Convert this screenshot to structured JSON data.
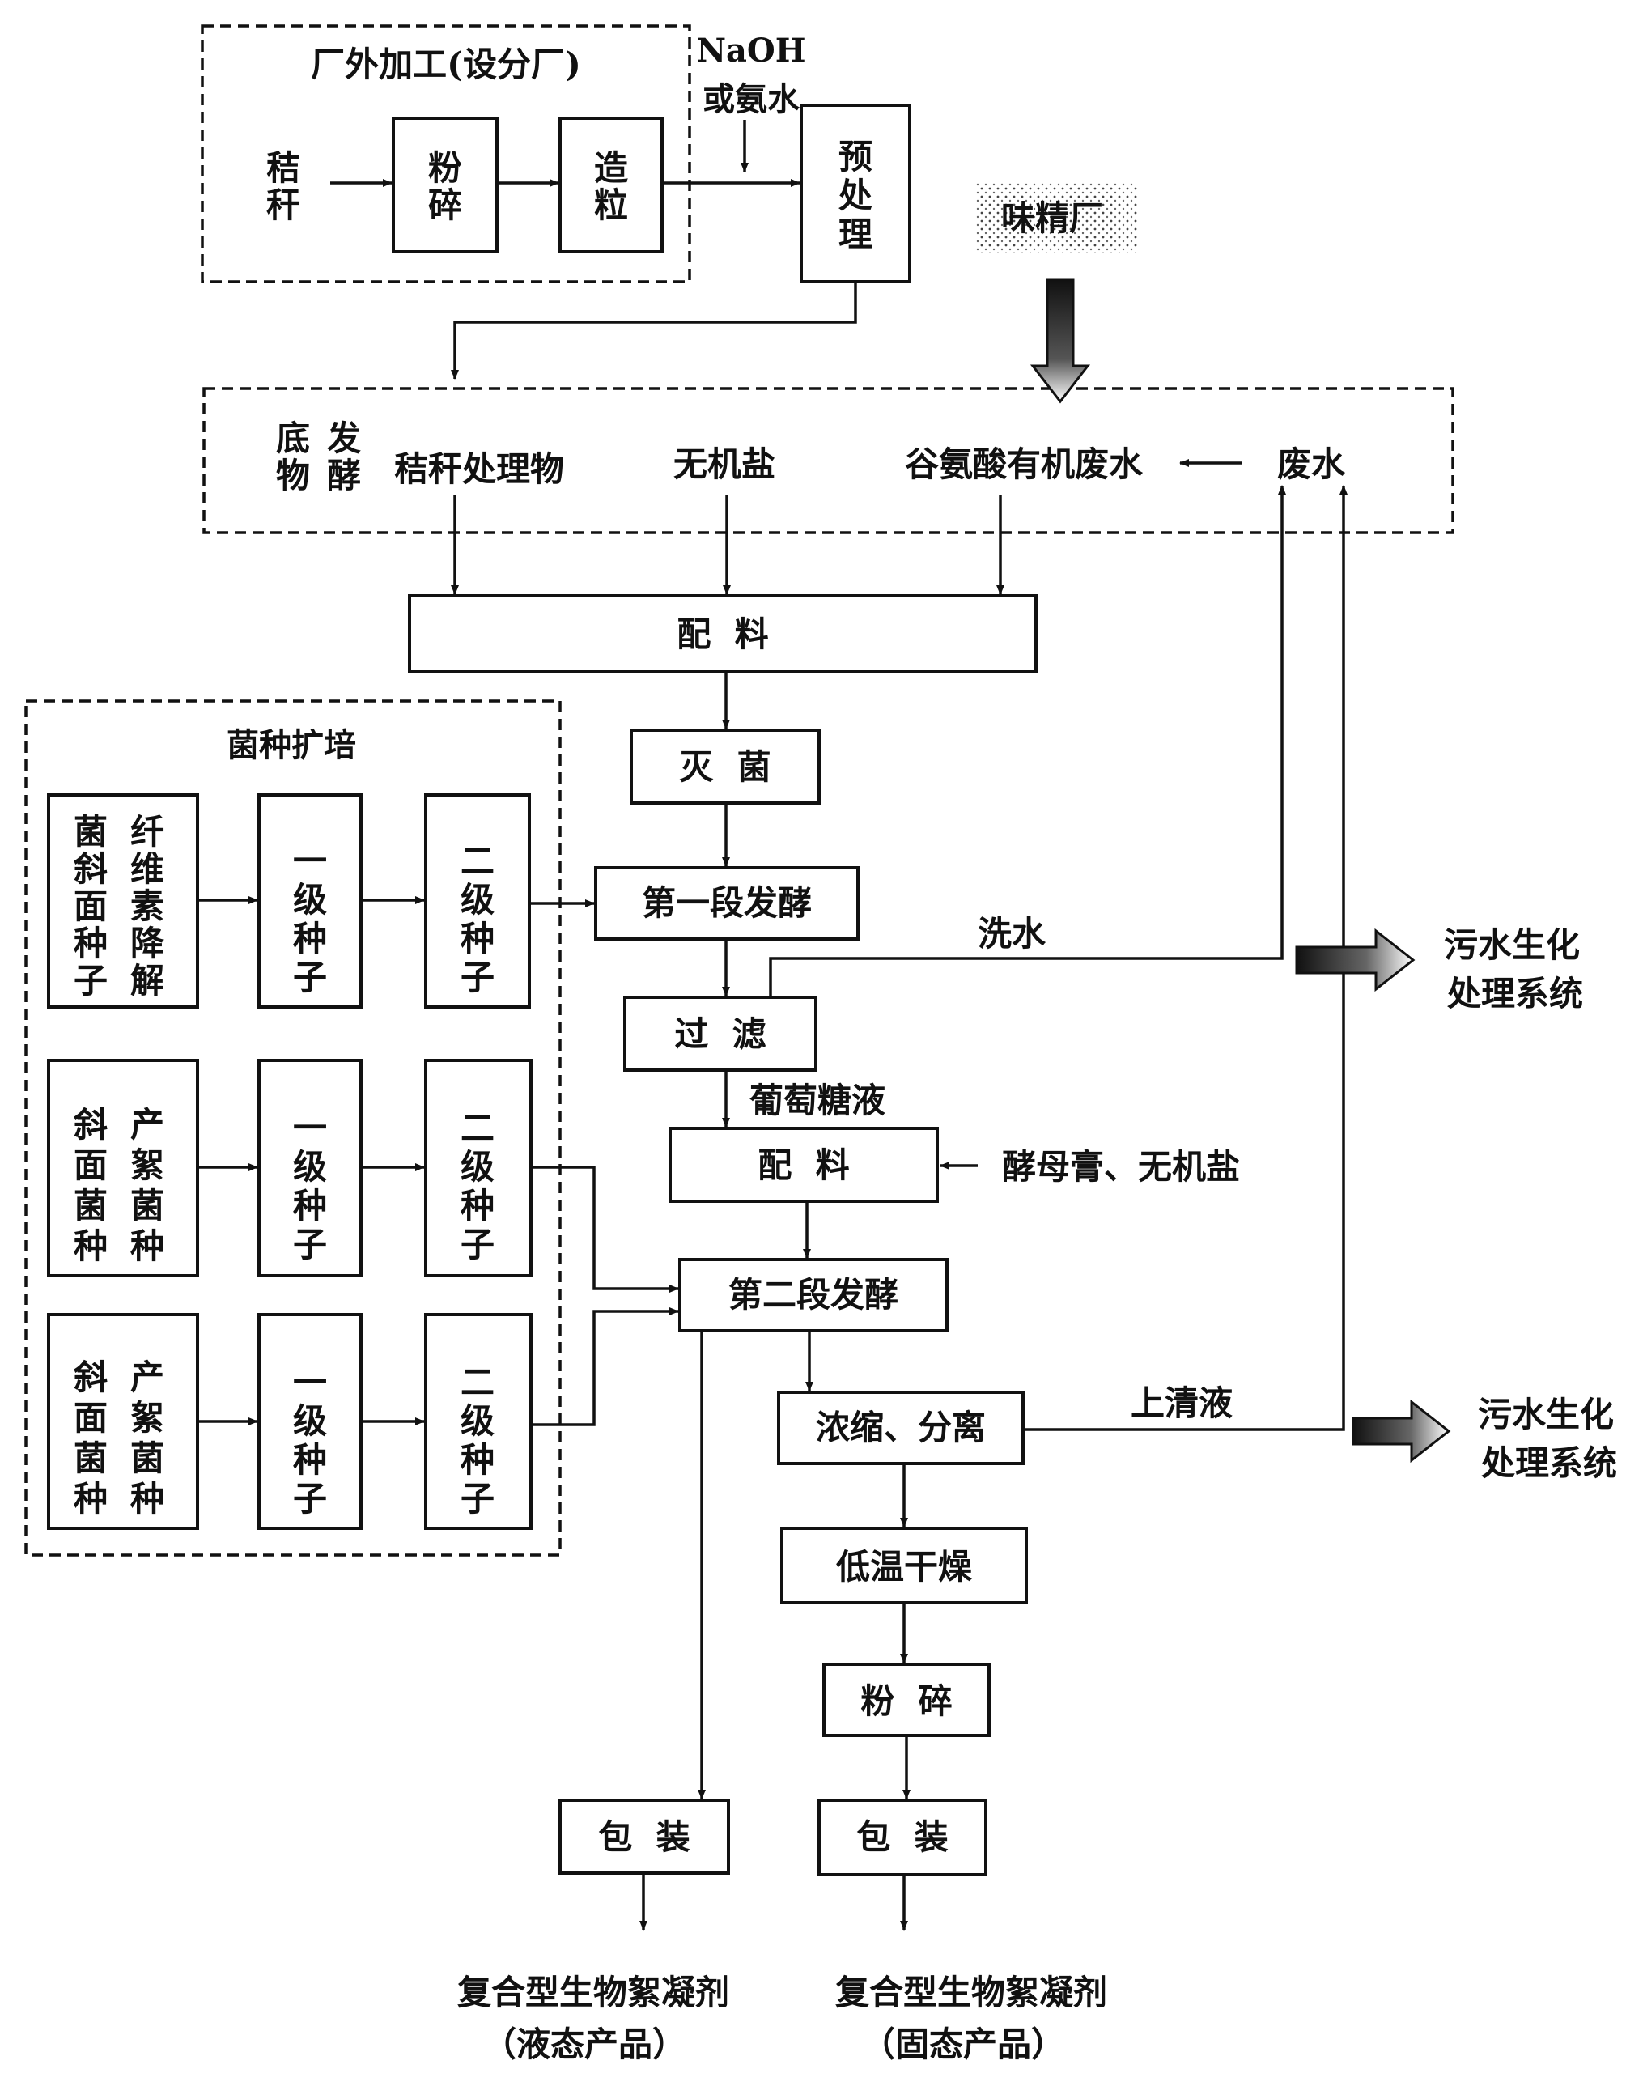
{
  "groups": {
    "outside_processing": "厂外加工(设分厂)",
    "substrate_fermentation": [
      "底",
      "物",
      "发",
      "酵"
    ],
    "strain_expansion": "菌种扩培"
  },
  "inputs": {
    "straw": [
      "秸",
      "秆"
    ],
    "naoh": [
      "NaOH",
      "或氨水"
    ],
    "msg_factory": "味精厂",
    "straw_treated": "秸秆处理物",
    "inorganic_salt": "无机盐",
    "glutamic_wastewater": "谷氨酸有机废水",
    "wastewater": "废水",
    "yeast_salt": "酵母膏、无机盐",
    "wash_water": "洗水",
    "glucose_liquid": "葡萄糖液",
    "supernatant": "上清液"
  },
  "steps": {
    "crush1": [
      "粉",
      "碎"
    ],
    "granulate": [
      "造",
      "粒"
    ],
    "pretreat": [
      "预",
      "处",
      "理"
    ],
    "batching1": "配  料",
    "sterilize": "灭  菌",
    "ferment1": "第一段发酵",
    "filter": "过  滤",
    "batching2": "配  料",
    "ferment2": "第二段发酵",
    "concentrate": "浓缩、分离",
    "dry": "低温干燥",
    "crush2": "粉  碎",
    "pack_liquid": "包  装",
    "pack_solid": "包  装"
  },
  "strains": {
    "row1_slant": [
      "菌",
      "斜",
      "面",
      "种",
      "子"
    ],
    "row1_type": [
      "纤",
      "维",
      "素",
      "降",
      "解"
    ],
    "row2_slant": [
      "斜",
      "面",
      "菌",
      "种"
    ],
    "row2_type": [
      "产",
      "絮",
      "菌",
      "种"
    ],
    "row3_slant": [
      "斜",
      "面",
      "菌",
      "种"
    ],
    "row3_type": [
      "产",
      "絮",
      "菌",
      "种"
    ],
    "level1": [
      "一",
      "级",
      "种",
      "子"
    ],
    "level2": [
      "二",
      "级",
      "种",
      "子"
    ]
  },
  "outputs": {
    "sewage1": [
      "污水生化",
      "处理系统"
    ],
    "sewage2": [
      "污水生化",
      "处理系统"
    ],
    "liquid_product": [
      "复合型生物絮凝剂",
      "（液态产品）"
    ],
    "solid_product": [
      "复合型生物絮凝剂",
      "（固态产品）"
    ]
  }
}
